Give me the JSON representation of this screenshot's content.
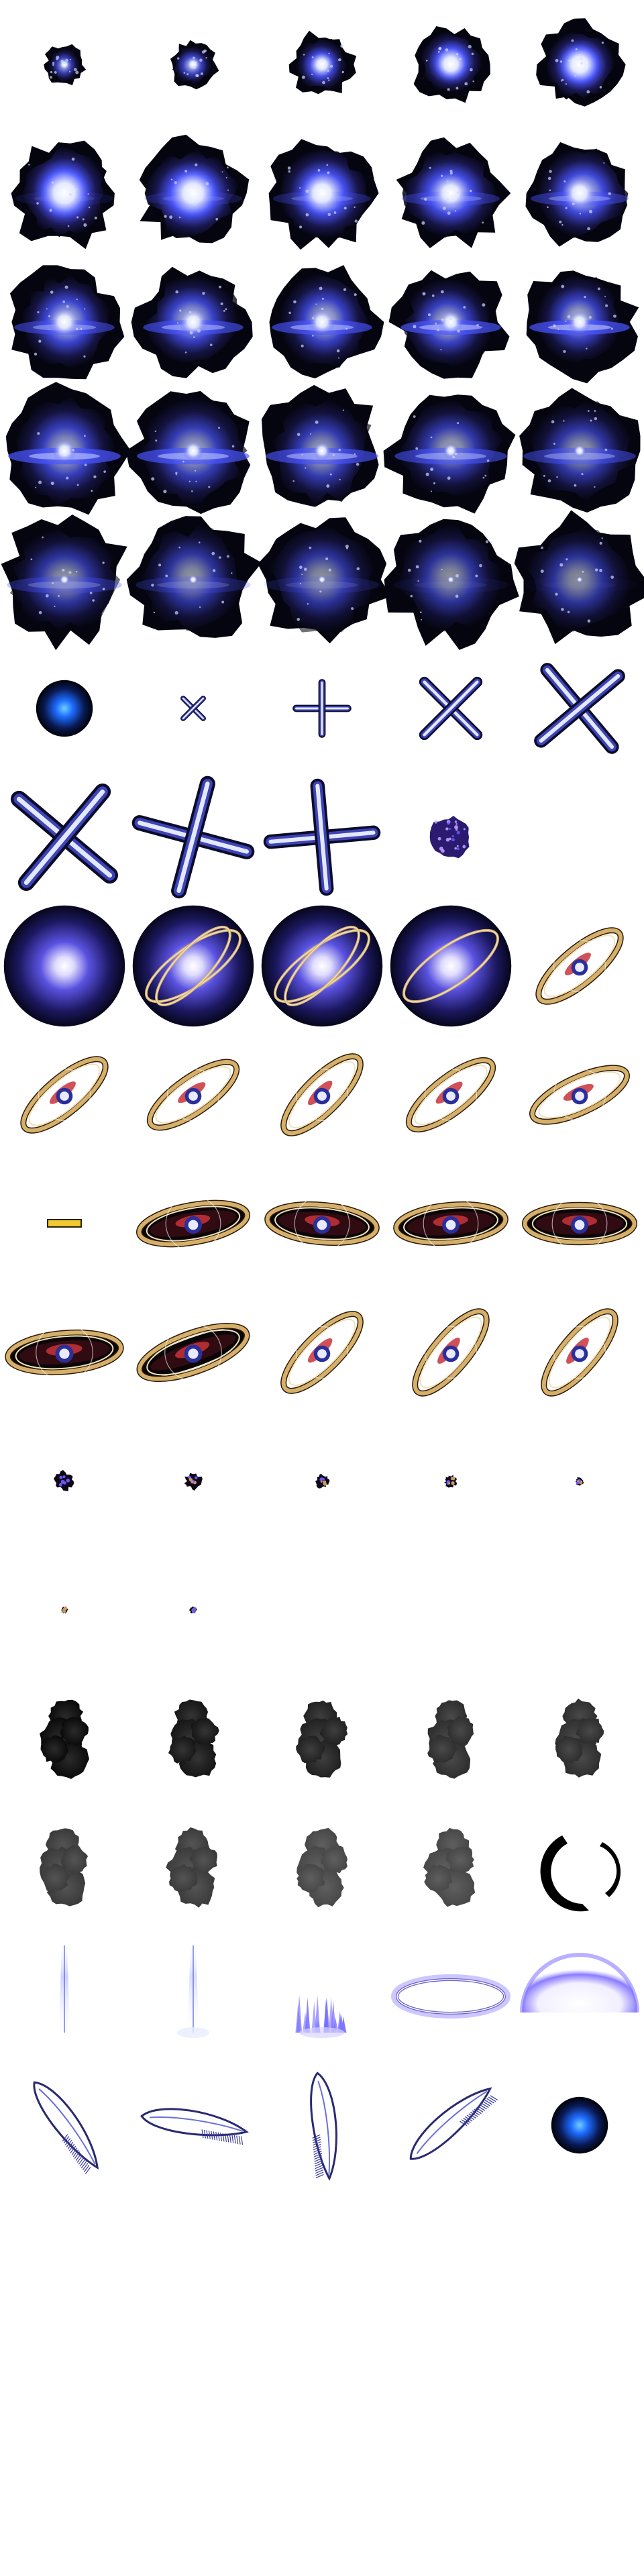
{
  "sheet": {
    "columns": 5,
    "rows": 20,
    "background": "#ffffff"
  },
  "palette": {
    "void": "#050510",
    "deep": "#1a1850",
    "indigo": "#3a36c8",
    "blue": "#4a55ff",
    "glow": "#cfd8ff",
    "core": "#ffffff",
    "ring_gold": "#d6b06a",
    "ring_light": "#f1e2bd",
    "ring_red": "#c8323a",
    "smoke": "#141414",
    "halo": "#b9b0ff",
    "bar": "#f0c830"
  },
  "rows": [
    {
      "name": "burst-grow",
      "frames": [
        {
          "kind": "burst",
          "size": 0.3,
          "core": 0.35,
          "disc": 0.0
        },
        {
          "kind": "burst",
          "size": 0.36,
          "core": 0.45,
          "disc": 0.0
        },
        {
          "kind": "burst",
          "size": 0.48,
          "core": 0.7,
          "disc": 0.0
        },
        {
          "kind": "burst",
          "size": 0.56,
          "core": 0.9,
          "disc": 0.0
        },
        {
          "kind": "burst",
          "size": 0.62,
          "core": 1.0,
          "disc": 0.0
        }
      ]
    },
    {
      "name": "burst-bloom",
      "frames": [
        {
          "kind": "burst",
          "size": 0.8,
          "core": 1.0,
          "disc": 0.15
        },
        {
          "kind": "burst",
          "size": 0.8,
          "core": 0.95,
          "disc": 0.25
        },
        {
          "kind": "burst",
          "size": 0.8,
          "core": 0.85,
          "disc": 0.35
        },
        {
          "kind": "burst",
          "size": 0.8,
          "core": 0.75,
          "disc": 0.45
        },
        {
          "kind": "burst",
          "size": 0.8,
          "core": 0.65,
          "disc": 0.55
        }
      ]
    },
    {
      "name": "burst-disc",
      "frames": [
        {
          "kind": "burst",
          "size": 0.82,
          "core": 0.55,
          "disc": 0.65
        },
        {
          "kind": "burst",
          "size": 0.82,
          "core": 0.5,
          "disc": 0.75
        },
        {
          "kind": "burst",
          "size": 0.82,
          "core": 0.45,
          "disc": 0.8
        },
        {
          "kind": "burst",
          "size": 0.82,
          "core": 0.42,
          "disc": 0.85
        },
        {
          "kind": "burst",
          "size": 0.82,
          "core": 0.4,
          "disc": 0.9
        }
      ]
    },
    {
      "name": "burst-spread",
      "frames": [
        {
          "kind": "burst",
          "size": 0.92,
          "core": 0.35,
          "disc": 0.9
        },
        {
          "kind": "burst",
          "size": 0.92,
          "core": 0.3,
          "disc": 0.85
        },
        {
          "kind": "burst",
          "size": 0.92,
          "core": 0.25,
          "disc": 0.8
        },
        {
          "kind": "burst",
          "size": 0.92,
          "core": 0.2,
          "disc": 0.7
        },
        {
          "kind": "burst",
          "size": 0.92,
          "core": 0.15,
          "disc": 0.6
        }
      ]
    },
    {
      "name": "burst-fade",
      "frames": [
        {
          "kind": "burst",
          "size": 0.94,
          "core": 0.1,
          "disc": 0.4
        },
        {
          "kind": "burst",
          "size": 0.94,
          "core": 0.08,
          "disc": 0.3
        },
        {
          "kind": "burst",
          "size": 0.94,
          "core": 0.06,
          "disc": 0.2
        },
        {
          "kind": "burst",
          "size": 0.94,
          "core": 0.04,
          "disc": 0.1
        },
        {
          "kind": "burst",
          "size": 0.94,
          "core": 0.02,
          "disc": 0.05
        }
      ]
    },
    {
      "name": "orb-and-crosses",
      "frames": [
        {
          "kind": "orb",
          "size": 0.44
        },
        {
          "kind": "cross",
          "size": 0.22,
          "angle": 45
        },
        {
          "kind": "cross",
          "size": 0.4,
          "angle": 0
        },
        {
          "kind": "cross",
          "size": 0.58,
          "angle": 45
        },
        {
          "kind": "cross",
          "size": 0.78,
          "angle": 50
        }
      ]
    },
    {
      "name": "large-crosses",
      "frames": [
        {
          "kind": "cross",
          "size": 0.92,
          "angle": 40
        },
        {
          "kind": "cross",
          "size": 0.86,
          "angle": 15
        },
        {
          "kind": "cross",
          "size": 0.8,
          "angle": -5
        },
        {
          "kind": "sphere-small",
          "size": 0.32
        },
        {
          "kind": "empty"
        }
      ]
    },
    {
      "name": "glow-sphere-rings",
      "frames": [
        {
          "kind": "glow-sphere",
          "size": 0.94,
          "rings": 0
        },
        {
          "kind": "glow-sphere",
          "size": 0.94,
          "rings": 2
        },
        {
          "kind": "glow-sphere",
          "size": 0.94,
          "rings": 2
        },
        {
          "kind": "glow-sphere",
          "size": 0.94,
          "rings": 1
        },
        {
          "kind": "planet",
          "size": 0.8,
          "angle": -40,
          "disc": 0.0
        }
      ]
    },
    {
      "name": "planet-rings",
      "frames": [
        {
          "kind": "planet",
          "size": 0.8,
          "angle": -40,
          "disc": 0.0
        },
        {
          "kind": "planet",
          "size": 0.8,
          "angle": -35,
          "disc": 0.0
        },
        {
          "kind": "planet",
          "size": 0.8,
          "angle": -45,
          "disc": 0.0
        },
        {
          "kind": "planet",
          "size": 0.8,
          "angle": -38,
          "disc": 0.0
        },
        {
          "kind": "planet",
          "size": 0.8,
          "angle": -25,
          "disc": 0.0
        }
      ]
    },
    {
      "name": "bar-and-dark-discs",
      "frames": [
        {
          "kind": "bar"
        },
        {
          "kind": "planet",
          "size": 0.85,
          "angle": -10,
          "disc": 1.0
        },
        {
          "kind": "planet",
          "size": 0.85,
          "angle": 5,
          "disc": 1.0
        },
        {
          "kind": "planet",
          "size": 0.85,
          "angle": -5,
          "disc": 1.0
        },
        {
          "kind": "planet",
          "size": 0.85,
          "angle": 0,
          "disc": 1.0
        }
      ]
    },
    {
      "name": "dark-discs-to-rings",
      "frames": [
        {
          "kind": "planet",
          "size": 0.88,
          "angle": -5,
          "disc": 1.0
        },
        {
          "kind": "planet",
          "size": 0.88,
          "angle": -20,
          "disc": 0.8
        },
        {
          "kind": "planet",
          "size": 0.8,
          "angle": -45,
          "disc": 0.0
        },
        {
          "kind": "planet",
          "size": 0.8,
          "angle": -50,
          "disc": 0.0
        },
        {
          "kind": "planet",
          "size": 0.8,
          "angle": -50,
          "disc": 0.0
        }
      ]
    },
    {
      "name": "shrink-specks",
      "frames": [
        {
          "kind": "speck",
          "size": 0.14
        },
        {
          "kind": "speck",
          "size": 0.12
        },
        {
          "kind": "speck",
          "size": 0.1
        },
        {
          "kind": "speck",
          "size": 0.09
        },
        {
          "kind": "speck",
          "size": 0.06
        }
      ]
    },
    {
      "name": "tiny-specks",
      "frames": [
        {
          "kind": "speck",
          "size": 0.05
        },
        {
          "kind": "speck",
          "size": 0.05
        },
        {
          "kind": "empty"
        },
        {
          "kind": "empty"
        },
        {
          "kind": "empty"
        }
      ]
    },
    {
      "name": "smoke-a",
      "frames": [
        {
          "kind": "smoke",
          "opacity": 1.0
        },
        {
          "kind": "smoke",
          "opacity": 0.95
        },
        {
          "kind": "smoke",
          "opacity": 0.9
        },
        {
          "kind": "smoke",
          "opacity": 0.85
        },
        {
          "kind": "smoke",
          "opacity": 0.85
        }
      ]
    },
    {
      "name": "smoke-b",
      "frames": [
        {
          "kind": "smoke",
          "opacity": 0.8
        },
        {
          "kind": "smoke",
          "opacity": 0.8
        },
        {
          "kind": "smoke",
          "opacity": 0.75
        },
        {
          "kind": "smoke",
          "opacity": 0.75
        },
        {
          "kind": "crescent"
        }
      ]
    },
    {
      "name": "beam-and-halos",
      "frames": [
        {
          "kind": "beam",
          "spread": 0.0
        },
        {
          "kind": "beam",
          "spread": 0.5
        },
        {
          "kind": "spark-burst"
        },
        {
          "kind": "halo-ring"
        },
        {
          "kind": "dome"
        }
      ]
    },
    {
      "name": "feathers",
      "frames": [
        {
          "kind": "feather",
          "angle": 55
        },
        {
          "kind": "feather",
          "angle": 10
        },
        {
          "kind": "feather",
          "angle": 85
        },
        {
          "kind": "feather",
          "angle": -40
        },
        {
          "kind": "orb",
          "size": 0.44
        }
      ]
    },
    {
      "name": "blank-1",
      "frames": []
    },
    {
      "name": "blank-2",
      "frames": []
    },
    {
      "name": "blank-3",
      "frames": []
    }
  ]
}
